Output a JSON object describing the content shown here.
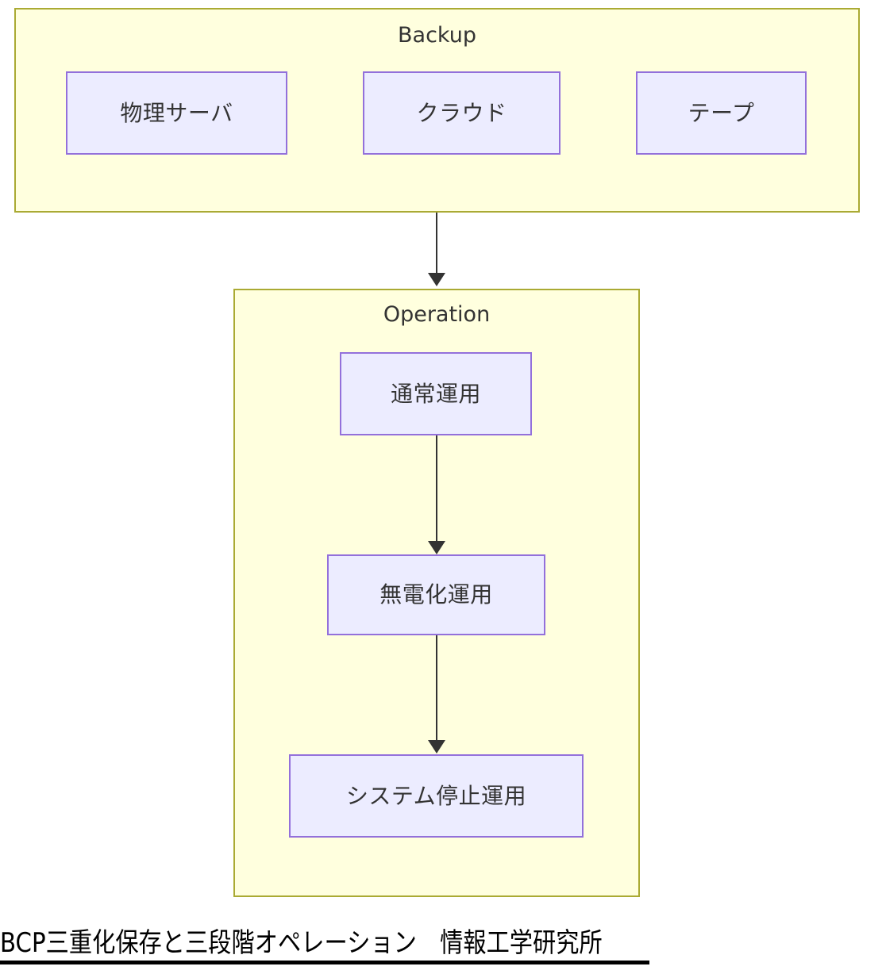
{
  "diagram": {
    "type": "flowchart",
    "direction": "top-down",
    "clusters": [
      {
        "id": "backup",
        "title": "Backup",
        "nodes": [
          {
            "id": "physical-server",
            "label": "物理サーバ"
          },
          {
            "id": "cloud",
            "label": "クラウド"
          },
          {
            "id": "tape",
            "label": "テープ"
          }
        ]
      },
      {
        "id": "operation",
        "title": "Operation",
        "nodes": [
          {
            "id": "normal-operation",
            "label": "通常運用"
          },
          {
            "id": "powerless-operation",
            "label": "無電化運用"
          },
          {
            "id": "system-halt-operation",
            "label": "システム停止運用"
          }
        ]
      }
    ],
    "edges": [
      {
        "id": "edge1",
        "from": "backup",
        "to": "operation",
        "arrow": "down"
      },
      {
        "id": "edge2",
        "from": "normal-operation",
        "to": "powerless-operation",
        "arrow": "down"
      },
      {
        "id": "edge3",
        "from": "powerless-operation",
        "to": "system-halt-operation",
        "arrow": "down"
      }
    ]
  },
  "caption": {
    "text": "BCP三重化保存と三段階オペレーション　情報工学研究所"
  },
  "colors": {
    "cluster_fill": "#ffffde",
    "cluster_border": "#aaaa33",
    "node_fill": "#ececff",
    "node_border": "#9370db",
    "edge": "#333333",
    "text": "#333333",
    "caption_text": "#000000",
    "page_background": "#ffffff"
  }
}
